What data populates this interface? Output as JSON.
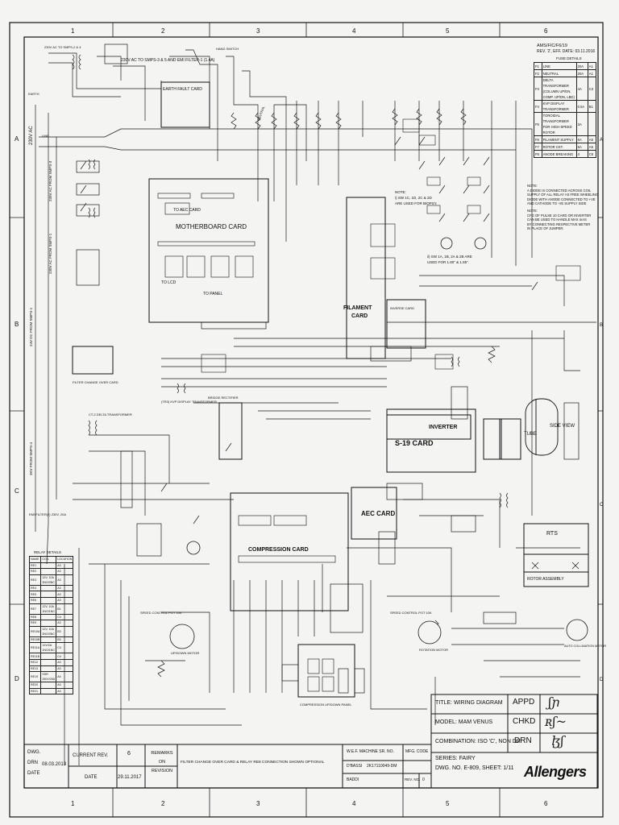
{
  "frame": {
    "columns": [
      "1",
      "2",
      "3",
      "4",
      "5",
      "6"
    ],
    "rows": [
      "A",
      "B",
      "C",
      "D"
    ]
  },
  "header": {
    "doc_code": "AMS/FIC/F6/19",
    "rev_eff": "REV. '2', EFF. DATE: 03.11.2016"
  },
  "fuse_table": {
    "title": "FUSE DETAILS",
    "rows": [
      [
        "F1",
        "LINE",
        "20A",
        "A1"
      ],
      [
        "F2",
        "NEUTRAL",
        "20A",
        "A1"
      ],
      [
        "F3",
        "DELTA TRANSFORMER (COLUMN UP/DN, COMP. UP/DN, LBD)",
        "4A",
        "C3"
      ],
      [
        "F4",
        "KVP DISPLAY TRANSFORMER",
        "0.5A",
        "B1"
      ],
      [
        "F5",
        "TOROIDAL TRANSFORMER FOR HIGH-SPEED ROTOR",
        "3A",
        ""
      ],
      [
        "F6",
        "FILAMENT SUPPLY",
        "6A",
        "A5"
      ],
      [
        "F7",
        "ROTOR CKT.",
        "6A",
        "A5"
      ],
      [
        "F8",
        "ANODE BREAKING",
        "4",
        "C5"
      ]
    ]
  },
  "notes": [
    "NOTE:",
    "A DIODE IS CONNECTED ACROSS COIL",
    "SUPPLY OF ALL RELAY AS FREE WHEELING",
    "DIODE WITH ANODE CONNECTED TO +VE",
    "AND CATHODE TO -VE SUPPLY SIDE",
    "NOTE:",
    "CFG OF PULSE 10 CARD OR INVERTER",
    "CAN BE USED TO HANDLE MAX mAS",
    "BY CONNECTING RESPECTIVE METER",
    "IN PLACE OF JUMPER."
  ],
  "note_mid": [
    "NOTE:",
    "i) SW 1C, 1D, 2C & 2D",
    "ARE USED FOR BIOPSY."
  ],
  "note_mid2": [
    "ii) SW 1A, 1B, 2A & 2B ARE",
    "USED FOR 1.80\" & 1.85\"."
  ],
  "blocks": {
    "earth_fault": "EARTH FAULT CARD",
    "motherboard": "MOTHERBOARD CARD",
    "to_aec": "TO AEC CARD",
    "to_lcd": "TO LCD",
    "to_panel": "TO PANEL",
    "filament": "FILAMENT",
    "filament2": "CARD",
    "inverter": "INVERTER",
    "s19": "S-19 CARD",
    "aec": "AEC CARD",
    "compression": "COMPRESSION CARD",
    "rts": "RTS",
    "rotor": "ROTOR ASSEMBLY",
    "tube": "TUBE",
    "side_view": "SIDE VIEW",
    "filter_card": "FILTER CHANGE OVER CARD",
    "bridge": "BRIDGE RECTIFIER",
    "comp_panel": "COMPRESSION UP/DOWN PANEL",
    "inv_card": "INVERSE CARD",
    "speed1": "SPEED CONTROL POT 10K",
    "speed2": "SPEED CONTROL POT 10K",
    "updown": "UP/DOWN MOTOR",
    "rotation": "ROTATION MOTOR",
    "autocoll": "AUTO COLLIMATION MOTOR",
    "kv_disp": "(TR3) KVP DISPLAY TRANSFORMER",
    "delta": "CT-2 DELTA TRANSFORMER"
  },
  "side_labels": [
    "230V AC",
    "230V AC FROM SMPS-3",
    "230V AC FROM SMPS-1",
    "24V DC FROM SMPS-1",
    "3KV FROM SMPS-4",
    "EMI FILTER(2) 230V, 20A"
  ],
  "top_labels": {
    "line_in": "230V AC TO SMPS-2 & 4",
    "smps": "230V AC TO SMPS-3 & 5 AND EMI FILTER-1 (1.4A)",
    "earth": "EARTH",
    "handswitch": "HAND SWITCH",
    "line": "LINE",
    "neutral": "NEUTRAL"
  },
  "relay_table": {
    "title": "RELAY DETAILS",
    "header": [
      "NAME",
      "COIL",
      "LOCATION"
    ],
    "rows": [
      [
        "RE1",
        "",
        "A3"
      ],
      [
        "RE2",
        "",
        "A3"
      ],
      [
        "RE3",
        "12V, 10A 3NO/3NC",
        "A3"
      ],
      [
        "RE4",
        "",
        "A3"
      ],
      [
        "RE5",
        "",
        "A3"
      ],
      [
        "RE6",
        "",
        "A3"
      ],
      [
        "RE7",
        "12V, 10A 1NO/1NC",
        "B1"
      ],
      [
        "RE8",
        "",
        "C4"
      ],
      [
        "RE9",
        "",
        "A3"
      ],
      [
        "RE10A",
        "12V, 10A 3NO/3NC",
        "B3"
      ],
      [
        "RE10B",
        "",
        "B3"
      ],
      [
        "RE11A",
        "12V/2A 1NO/1NC",
        "C4"
      ],
      [
        "RE11B",
        "",
        "C4"
      ],
      [
        "RE12",
        "",
        "A3"
      ],
      [
        "RE13",
        "",
        "A3"
      ],
      [
        "RE19",
        "SSR 250V/25A",
        "A4"
      ],
      [
        "RE20",
        "",
        "A4"
      ],
      [
        "RE21",
        "",
        "A4"
      ]
    ]
  },
  "title_block": {
    "title": "TITLE: WIRING DIAGRAM",
    "model": "MODEL: MAM VENUS",
    "combination": "COMBINATION: ISO 'C', NON DR",
    "series": "SERIES: FAIRY",
    "dwg_no": "DWG. NO. E-809, SHEET: 1/11",
    "appd": "APPD",
    "chkd": "CHKD",
    "drn": "DRN",
    "dwg_drn_date_l1": "DWG.",
    "dwg_drn_date_l2": "DRN",
    "dwg_drn_date_l3": "DATE",
    "dwg_date": "08.03.2013",
    "current_rev": "CURRENT REV.",
    "rev_no": "6",
    "date_label": "DATE",
    "rev_date": "29.11.2017",
    "remarks_l1": "REMARKS",
    "remarks_l2": "ON",
    "remarks_l3": "REVISION",
    "remark": "FILTER CHANGE OVER CARD & RELAY RE8 CONNECTION SHOWN OPTIONAL",
    "wef": "W.E.F. MACHINE SR. NO.",
    "mfg": "MFG. CODE",
    "dbassi": "D'BASSI",
    "machine_no": "2K17110049-DM",
    "baddi": "BADDI",
    "rev_label": "REV. NO.",
    "rev_val": "0",
    "company": "Allengers"
  }
}
